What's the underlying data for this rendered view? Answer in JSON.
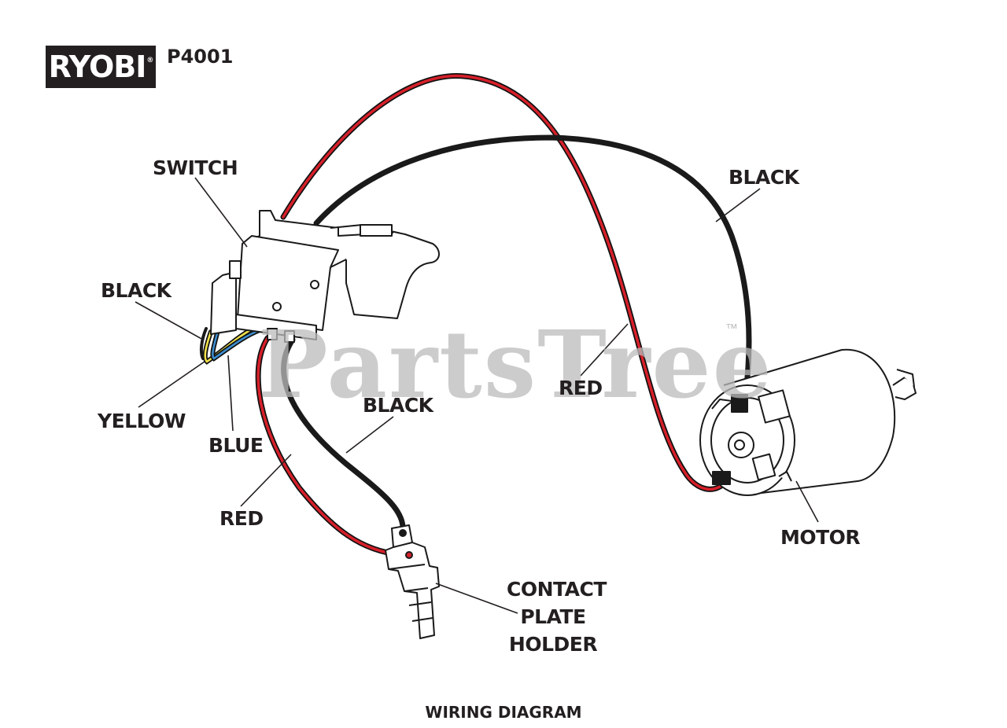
{
  "brand": {
    "logo_text": "RYOBI",
    "logo_mark": "®",
    "model": "P4001"
  },
  "watermark": {
    "text": "PartsTree",
    "tm": "™"
  },
  "labels": {
    "switch": "SWITCH",
    "black_left": "BLACK",
    "yellow": "YELLOW",
    "blue": "BLUE",
    "red_left": "RED",
    "black_mid": "BLACK",
    "contact_line1": "CONTACT",
    "contact_line2": "PLATE",
    "contact_line3": "HOLDER",
    "black_right": "BLACK",
    "red_right": "RED",
    "motor": "MOTOR"
  },
  "caption": "WIRING DIAGRAM",
  "colors": {
    "wire_red": "#d7202a",
    "wire_black": "#1a1a1a",
    "wire_yellow": "#f2e24a",
    "wire_blue": "#3d8fd1",
    "ink": "#231f20",
    "watermark": "#bcbcbc"
  }
}
